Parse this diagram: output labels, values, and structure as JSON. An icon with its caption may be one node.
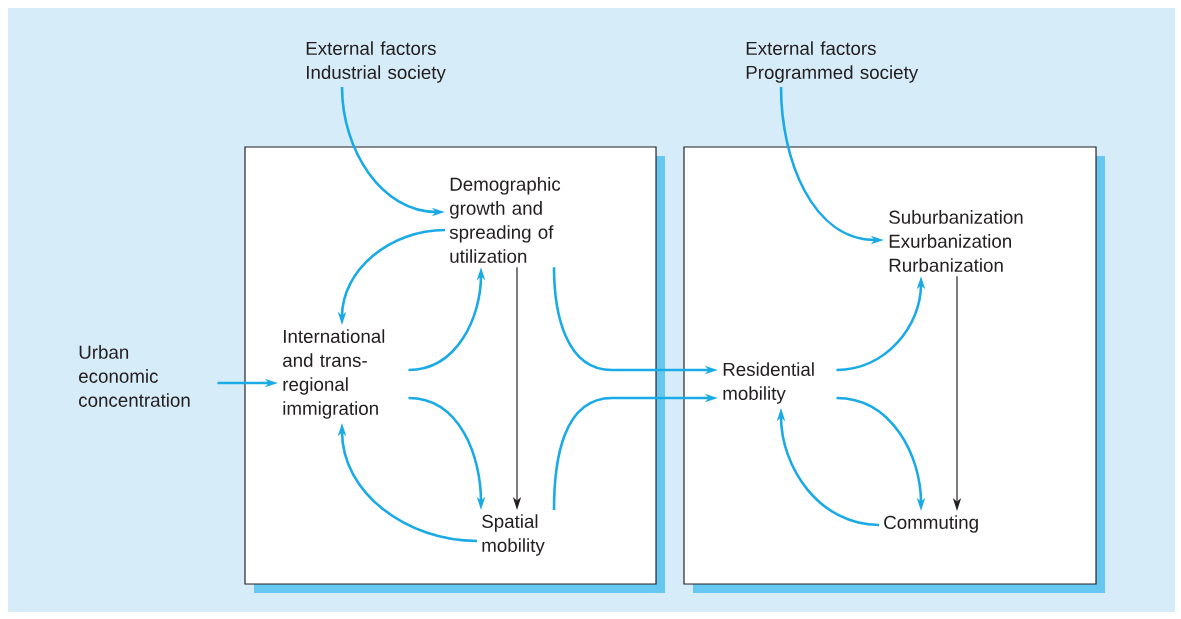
{
  "diagram": {
    "nodes": [
      {
        "text": [
          "External factors Industrial society"
        ]
      },
      {
        "text": [
          "External factors Programmed society"
        ]
      },
      {
        "text": [
          "Urban economic concentration"
        ]
      },
      {
        "text": [],
        "shape": "box"
      },
      {
        "text": [
          "Demographic growth and spreading of utilization"
        ],
        "in": 3
      },
      {
        "text": [
          "International and trans-regional immigration"
        ],
        "in": 3
      },
      {
        "text": [
          "Spatial mobility"
        ],
        "in": 3
      },
      {
        "text": [],
        "shape": "box"
      },
      {
        "text": [
          "Suburbanization Exurbanization Rurbanization"
        ],
        "in": 7
      },
      {
        "text": [
          "Residential mobility"
        ],
        "in": 7
      },
      {
        "text": [
          "Commuting"
        ],
        "in": 7
      }
    ],
    "edges": [
      {
        "from": 0,
        "to": 4,
        "arrow": "to"
      },
      {
        "from": 1,
        "to": 8,
        "arrow": "to"
      },
      {
        "from": 2,
        "to": 5,
        "arrow": "to"
      },
      {
        "from": 4,
        "to": 5,
        "arrow": "to"
      },
      {
        "from": 5,
        "to": 4,
        "arrow": "to"
      },
      {
        "from": 5,
        "to": 6,
        "arrow": "to"
      },
      {
        "from": 6,
        "to": 5,
        "arrow": "to"
      },
      {
        "from": 4,
        "to": 6,
        "arrow": "to",
        "color": "#231f20"
      },
      {
        "from": 4,
        "to": 9,
        "arrow": "to"
      },
      {
        "from": 6,
        "to": 9,
        "arrow": "to"
      },
      {
        "from": 9,
        "to": 8,
        "arrow": "to"
      },
      {
        "from": 9,
        "to": 10,
        "arrow": "to"
      },
      {
        "from": 10,
        "to": 9,
        "arrow": "to"
      },
      {
        "from": 8,
        "to": 10,
        "arrow": "to",
        "color": "#231f20"
      }
    ]
  }
}
